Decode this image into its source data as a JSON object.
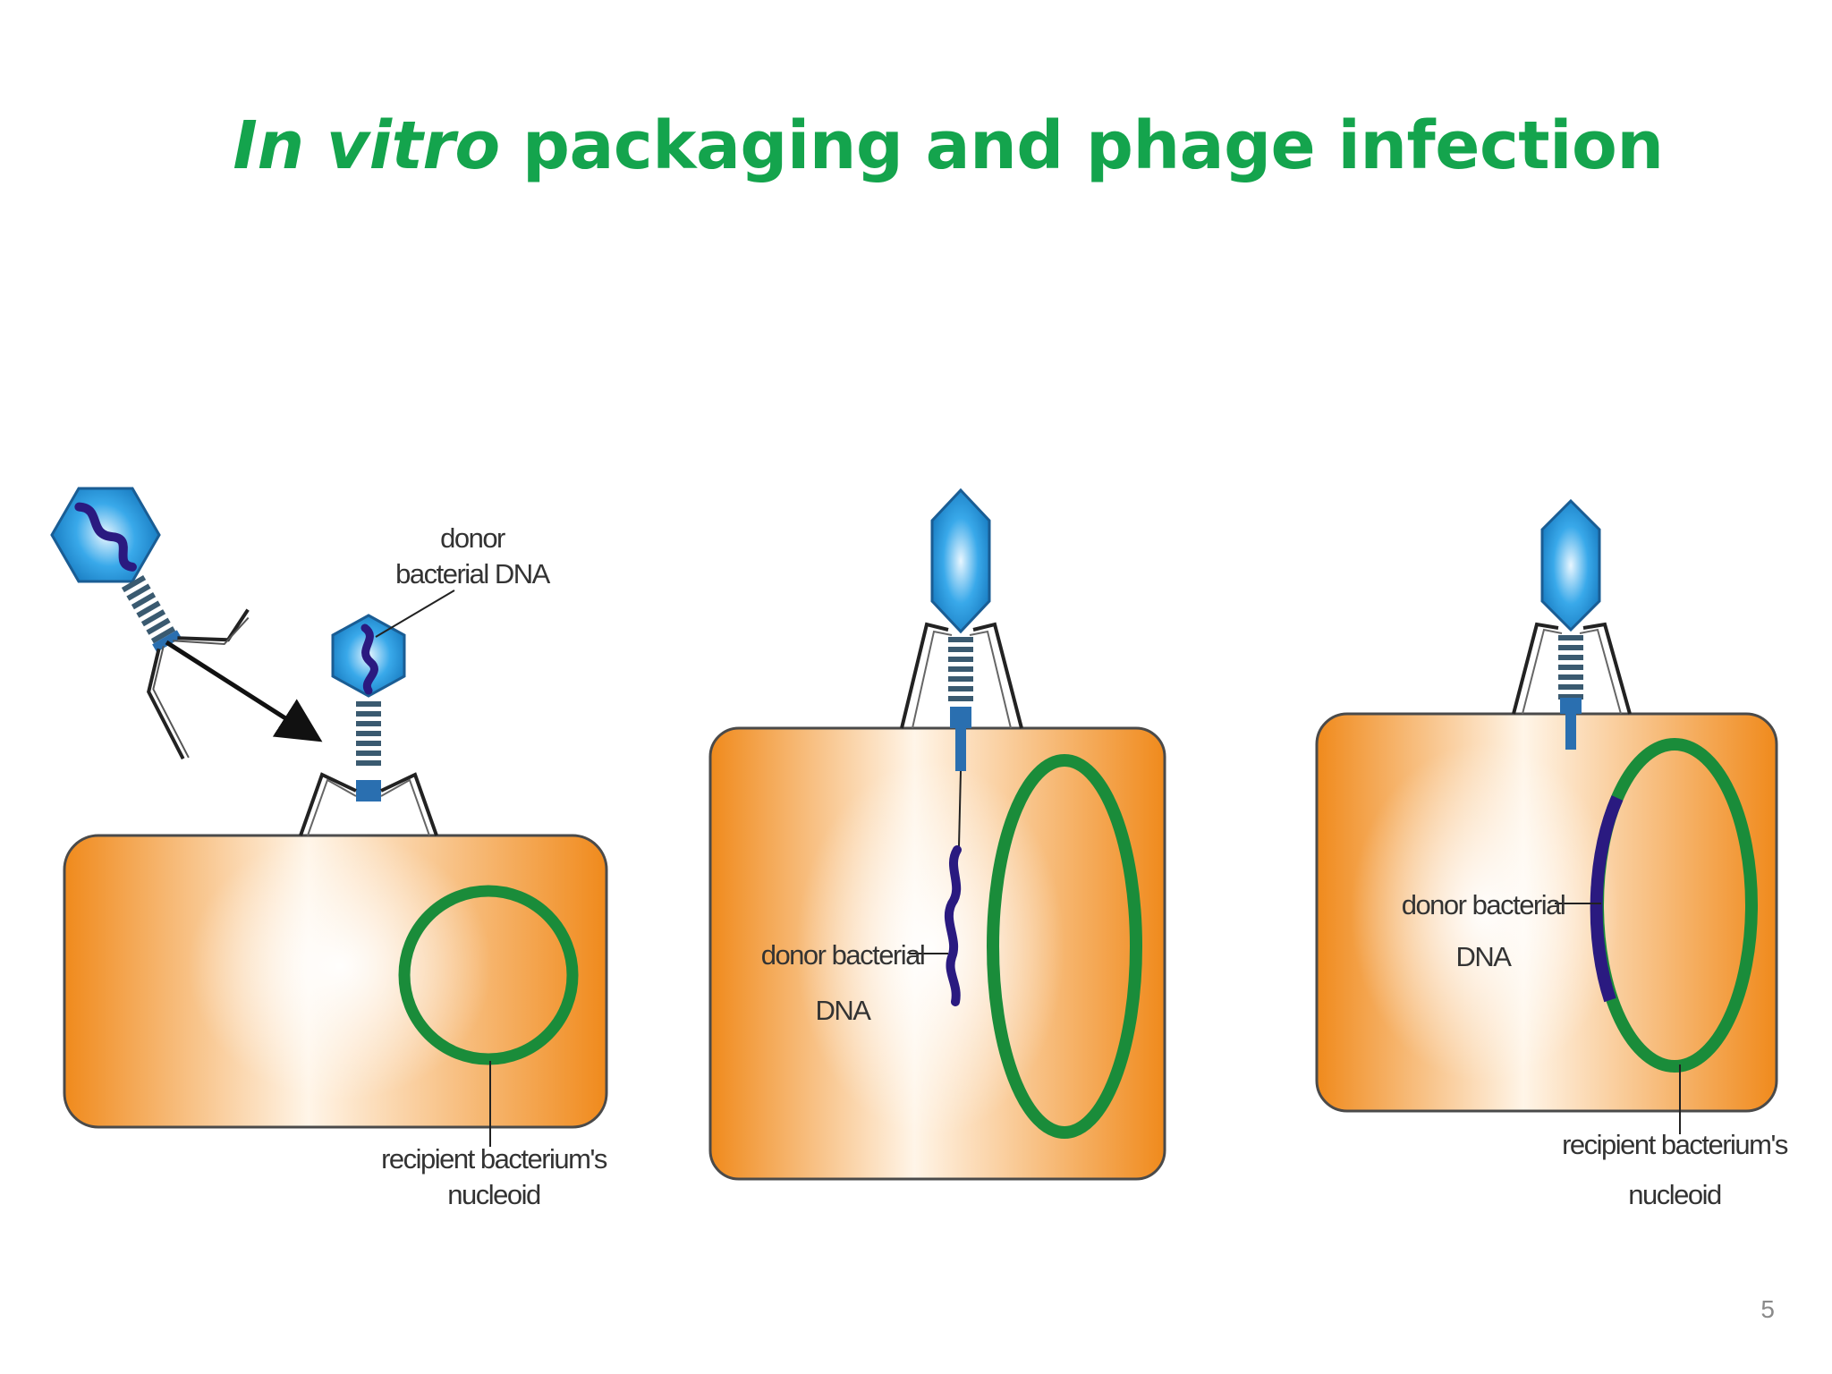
{
  "slide": {
    "title_italic": "In vitro",
    "title_rest": " packaging and phage infection",
    "page_number": "5"
  },
  "panels": [
    {
      "label_top": "donor",
      "label_top_2": "bacterial DNA",
      "label_bottom": "recipient bacterium's",
      "label_bottom_2": "nucleoid"
    },
    {
      "label_side": "donor bacterial",
      "label_side_2": "DNA"
    },
    {
      "label_side": "donor bacterial",
      "label_side_2": "DNA",
      "label_bottom": "recipient bacterium's",
      "label_bottom_2": "nucleoid"
    }
  ],
  "colors": {
    "title": "#14a44d",
    "cell": "#f28a1c",
    "nucleoid": "#1a8c3a",
    "phage_head": "#2a9ee0",
    "donor_dna": "#2a1a80"
  }
}
